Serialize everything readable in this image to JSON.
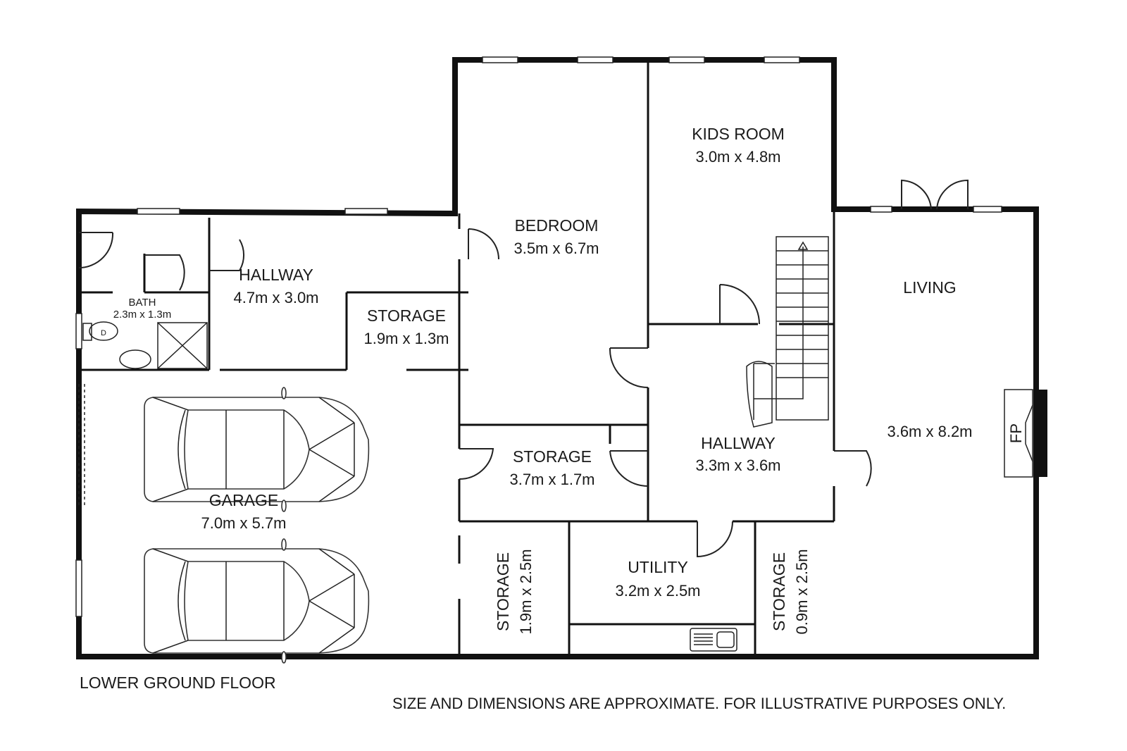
{
  "rooms": {
    "bath": {
      "name": "BATH",
      "size": "2.3m x 1.3m"
    },
    "hallway_left": {
      "name": "HALLWAY",
      "size": "4.7m x 3.0m"
    },
    "storage_top": {
      "name": "STORAGE",
      "size": "1.9m x 1.3m"
    },
    "bedroom": {
      "name": "BEDROOM",
      "size": "3.5m x 6.7m"
    },
    "kids_room": {
      "name": "KIDS ROOM",
      "size": "3.0m x 4.8m"
    },
    "living": {
      "name": "LIVING",
      "size": "3.6m x 8.2m"
    },
    "garage": {
      "name": "GARAGE",
      "size": "7.0m x 5.7m"
    },
    "storage_mid": {
      "name": "STORAGE",
      "size": "3.7m x 1.7m"
    },
    "hallway_center": {
      "name": "HALLWAY",
      "size": "3.3m x 3.6m"
    },
    "storage_bottom_left": {
      "name": "STORAGE",
      "size": "1.9m x 2.5m"
    },
    "utility": {
      "name": "UTILITY",
      "size": "3.2m x 2.5m"
    },
    "storage_bottom_right": {
      "name": "STORAGE",
      "size": "0.9m x 2.5m"
    }
  },
  "fireplace_label": "FP",
  "toilet_label": "D",
  "floor_label": "LOWER GROUND FLOOR",
  "disclaimer": "SIZE AND DIMENSIONS ARE APPROXIMATE. FOR ILLUSTRATIVE PURPOSES ONLY."
}
